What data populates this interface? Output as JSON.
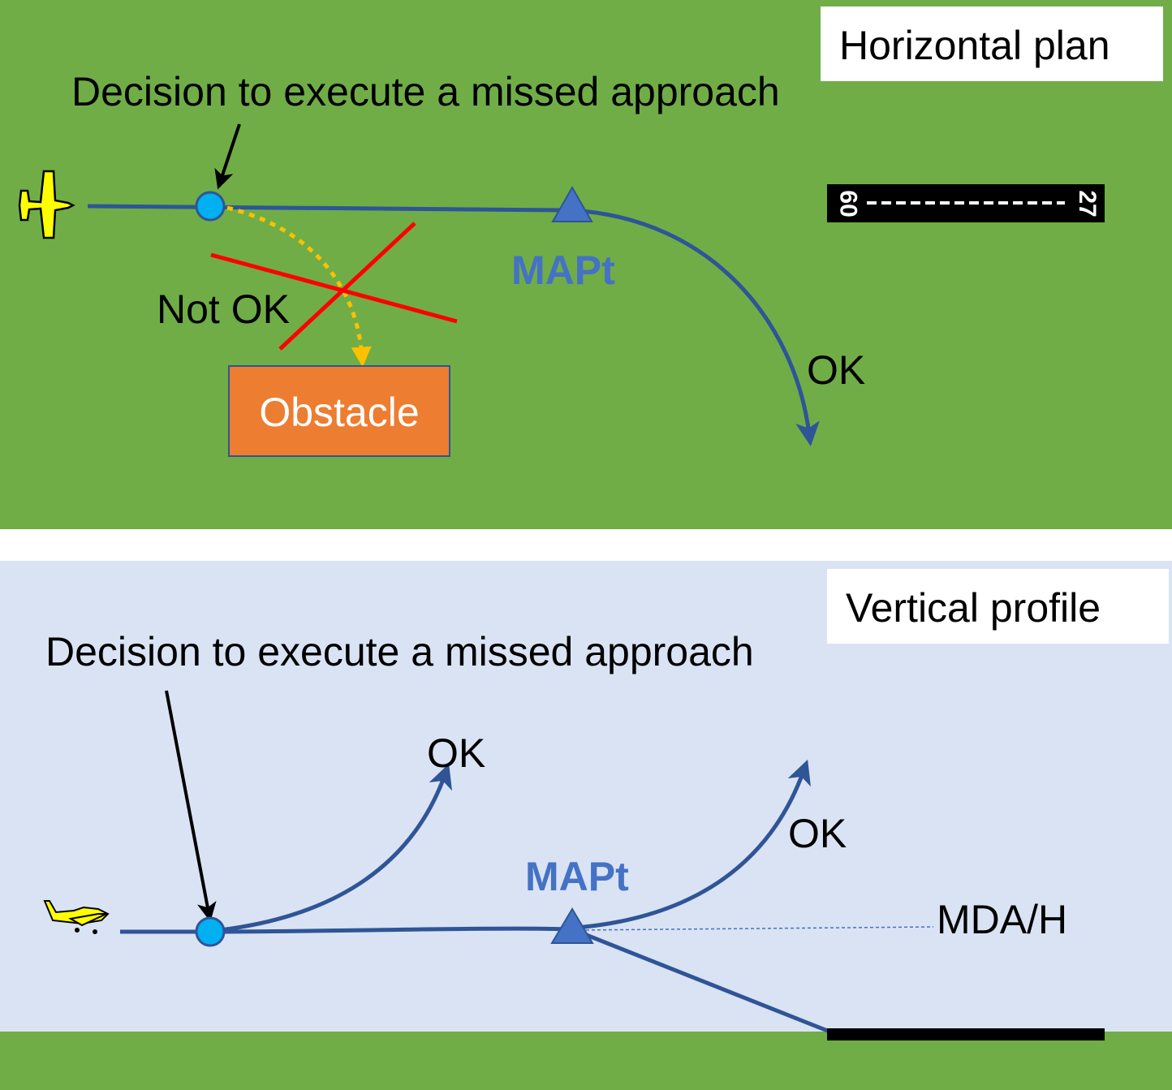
{
  "horizontal": {
    "title": "Horizontal plan",
    "decision_label": "Decision to execute a missed approach",
    "mapt_label": "MAPt",
    "not_ok_label": "Not OK",
    "ok_label": "OK",
    "obstacle_label": "Obstacle",
    "runway": {
      "left_number": "09",
      "right_number": "27"
    }
  },
  "vertical": {
    "title": "Vertical profile",
    "decision_label": "Decision to execute a missed approach",
    "mapt_label": "MAPt",
    "ok_early_label": "OK",
    "ok_late_label": "OK",
    "mda_label": "MDA/H"
  },
  "colors": {
    "ground": "#70ad47",
    "sky": "#dae3f3",
    "track": "#2f5597",
    "mapt": "#4472c4",
    "decision_point": "#00b0f0",
    "obstacle": "#ed7d31",
    "cross": "#ff0000",
    "plane": "#ffff00"
  }
}
